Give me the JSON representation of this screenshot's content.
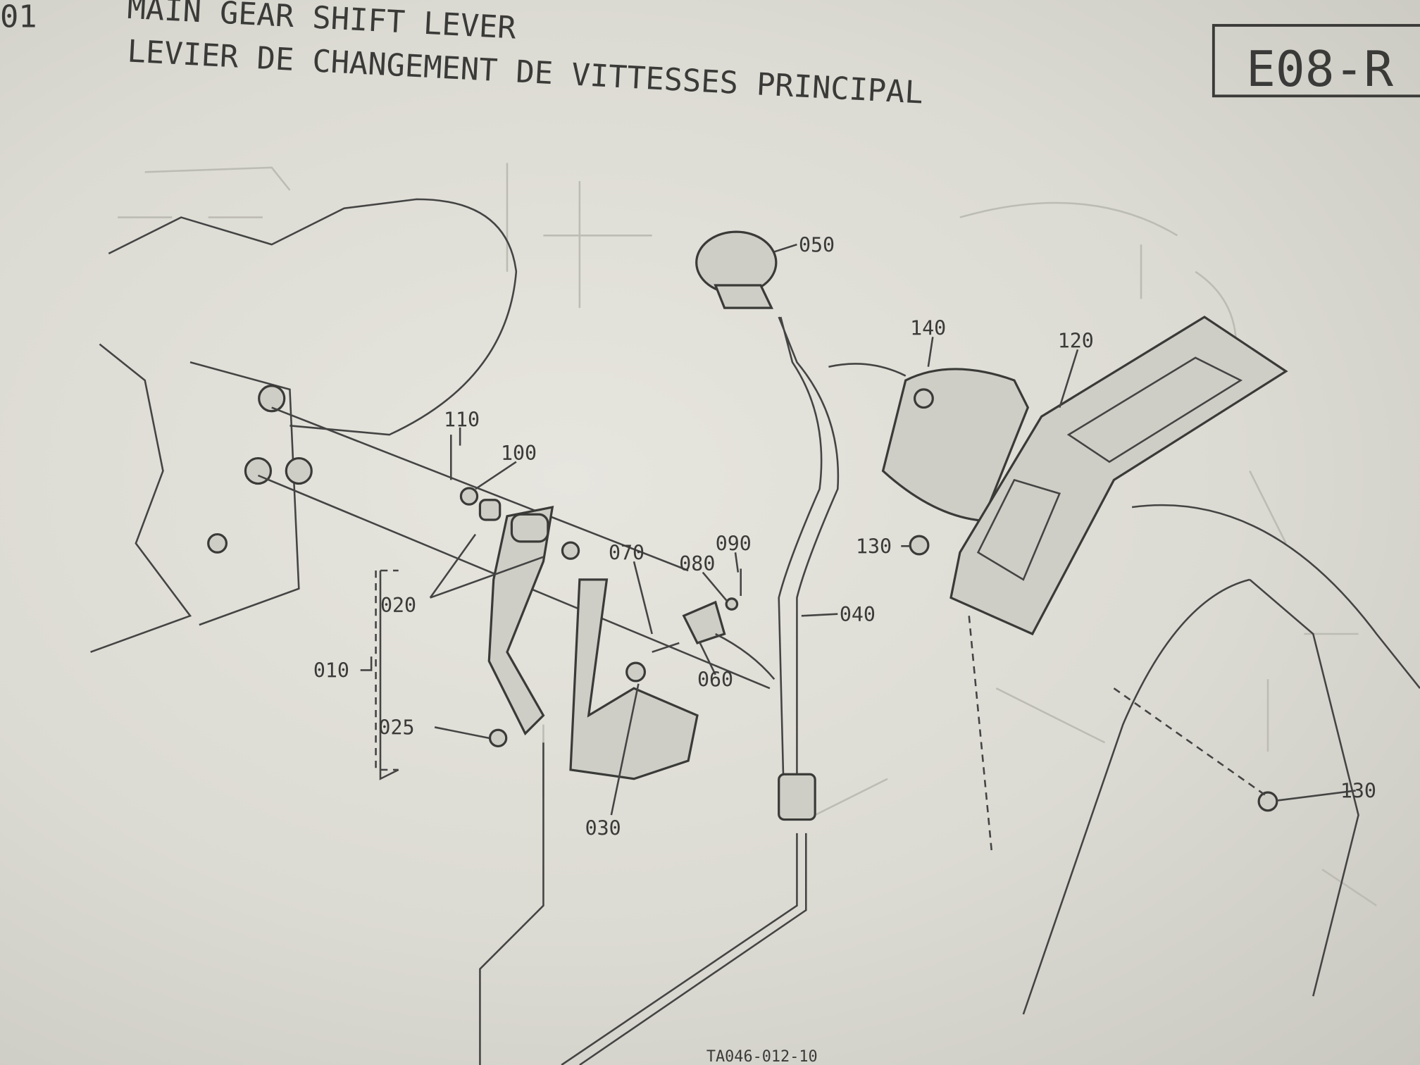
{
  "header": {
    "page_prefix": "01",
    "title_en": "MAIN GEAR SHIFT LEVER",
    "title_fr": "LEVIER DE CHANGEMENT DE VITTESSES PRINCIPAL",
    "section_code": "E08-R"
  },
  "callouts": {
    "p050": "050",
    "p140": "140",
    "p120": "120",
    "p110": "110",
    "p100": "100",
    "p070": "070",
    "p090": "090",
    "p080": "080",
    "p130a": "130",
    "p040": "040",
    "p020": "020",
    "p010": "010",
    "p060": "060",
    "p025": "025",
    "p030": "030",
    "p130b": "130"
  },
  "footer": {
    "drawing_number": "TA046-012-10"
  }
}
